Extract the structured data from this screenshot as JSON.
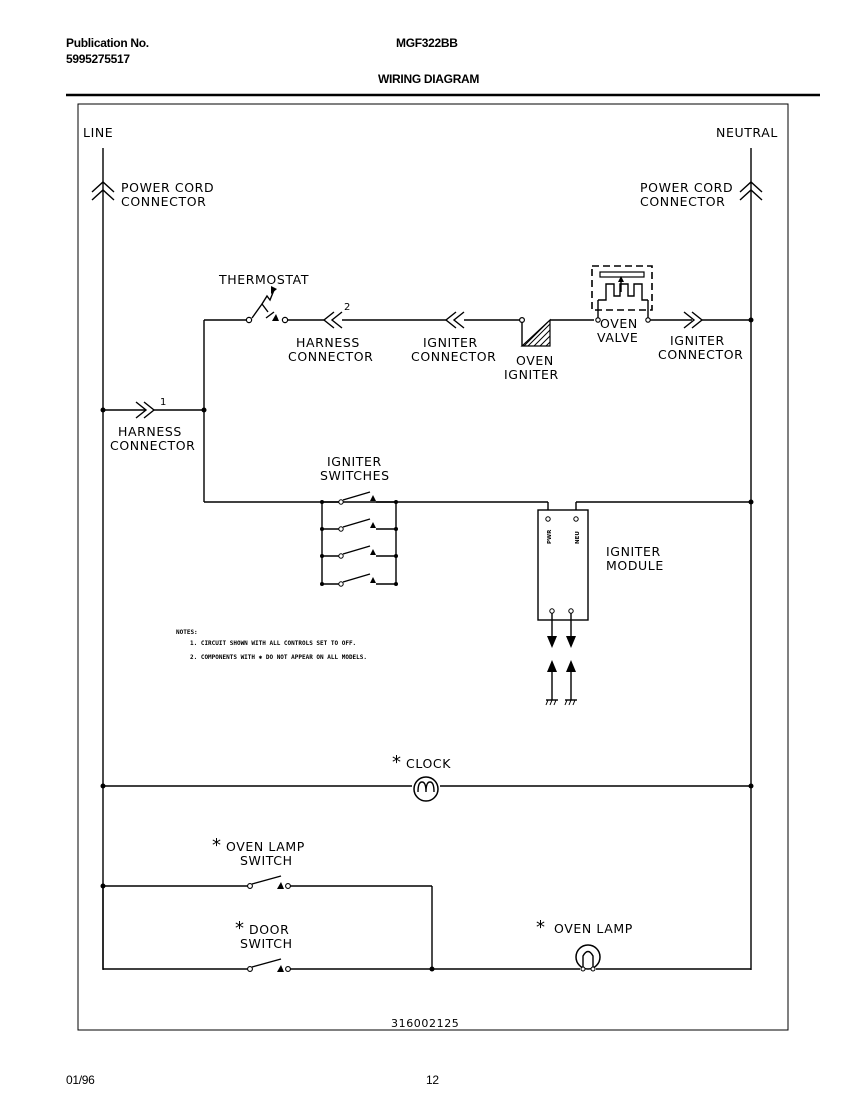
{
  "header": {
    "pub_label": "Publication No.",
    "pub_number": "5995275517",
    "model": "MGF322BB",
    "title": "WIRING DIAGRAM"
  },
  "labels": {
    "line": "LINE",
    "neutral": "NEUTRAL",
    "power_cord_left_1": "POWER CORD",
    "power_cord_left_2": "CONNECTOR",
    "power_cord_right_1": "POWER CORD",
    "power_cord_right_2": "CONNECTOR",
    "thermostat": "THERMOSTAT",
    "pin_2": "2",
    "pin_1": "1",
    "harness_top_1": "HARNESS",
    "harness_top_2": "CONNECTOR",
    "igniter_conn_left_1": "IGNITER",
    "igniter_conn_left_2": "CONNECTOR",
    "oven_igniter_1": "OVEN",
    "oven_igniter_2": "IGNITER",
    "oven_valve_1": "OVEN",
    "oven_valve_2": "VALVE",
    "igniter_conn_right_1": "IGNITER",
    "igniter_conn_right_2": "CONNECTOR",
    "harness_left_1": "HARNESS",
    "harness_left_2": "CONNECTOR",
    "igniter_switches_1": "IGNITER",
    "igniter_switches_2": "SWITCHES",
    "igniter_module_1": "IGNITER",
    "igniter_module_2": "MODULE",
    "module_pin_pwr": "PWR",
    "module_pin_neu": "NEU",
    "clock": "CLOCK",
    "oven_lamp_switch_1": "OVEN LAMP",
    "oven_lamp_switch_2": "SWITCH",
    "door_switch_1": "DOOR",
    "door_switch_2": "SWITCH",
    "oven_lamp": "OVEN LAMP",
    "asterisk": "*",
    "diagram_number": "316002125"
  },
  "notes": {
    "heading": "NOTES:",
    "note_1": "1.  CIRCUIT SHOWN WITH ALL CONTROLS SET TO OFF.",
    "note_2": "2.  COMPONENTS WITH ✱ DO NOT APPEAR ON ALL MODELS."
  },
  "footer": {
    "date": "01/96",
    "page": "12"
  }
}
